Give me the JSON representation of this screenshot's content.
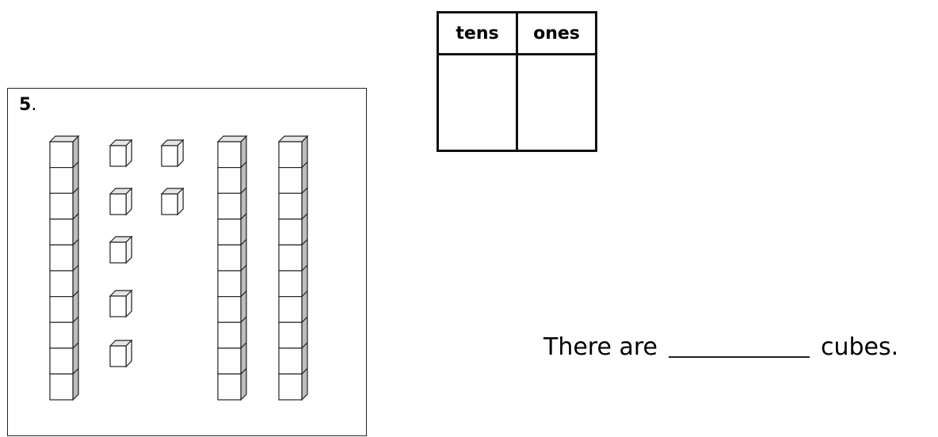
{
  "worksheet": {
    "problem_number": "5",
    "problem_number_suffix": ".",
    "blocks": {
      "tens_rods": 3,
      "ones_cubes": 7
    },
    "place_value_table": {
      "headers": [
        "tens",
        "ones"
      ],
      "values": [
        "",
        ""
      ]
    },
    "sentence": {
      "before": "There are",
      "blank": "",
      "after": "cubes."
    }
  },
  "colors": {
    "line": "#222222",
    "cube_face": "#ffffff",
    "cube_side": "#bdbdbd",
    "cube_top": "#e6e6e6"
  }
}
